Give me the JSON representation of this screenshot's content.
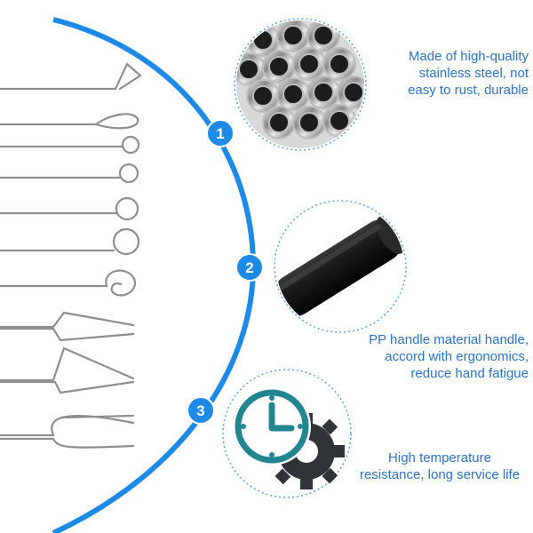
{
  "features": [
    {
      "number": "1",
      "lines": [
        "Made of high-quality",
        "stainless steel, not",
        "easy to rust, durable"
      ]
    },
    {
      "number": "2",
      "lines": [
        "PP handle material handle,",
        "accord with ergonomics,",
        "reduce hand fatigue"
      ]
    },
    {
      "number": "3",
      "lines": [
        "High temperature",
        "resistance, long service life"
      ]
    }
  ],
  "colors": {
    "accent": "#1e8ae8",
    "text": "#2b73c9",
    "icon_teal": "#23858f",
    "icon_gear": "#2e3438",
    "dotted_border": "#5aa3dc"
  },
  "icons": [
    "stainless-steel-tubes-image",
    "black-handle-image",
    "clock-gear-icon"
  ]
}
